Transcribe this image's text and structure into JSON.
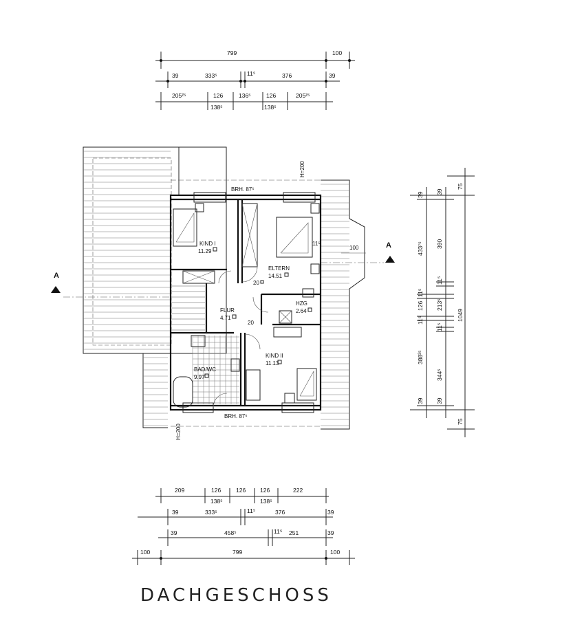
{
  "title": "DACHGESCHOSS",
  "section_marker": "A",
  "dimensions_top": {
    "row1": [
      "799",
      "100"
    ],
    "row2": [
      "39",
      "333⁵",
      "11⁵",
      "376",
      "39"
    ],
    "row3": [
      "205²⁵",
      "126",
      "136⁵",
      "126",
      "205²⁵"
    ],
    "row3_sub": [
      "138⁵",
      "138⁵"
    ]
  },
  "dimensions_bottom": {
    "row1": [
      "209",
      "126",
      "126",
      "126",
      "222"
    ],
    "row1_sub": [
      "138⁵",
      "138⁵"
    ],
    "row2": [
      "39",
      "333⁵",
      "11⁵",
      "376",
      "39"
    ],
    "row3": [
      "39",
      "458⁵",
      "11⁵",
      "251",
      "39"
    ],
    "row4": [
      "100",
      "799",
      "100"
    ]
  },
  "dimensions_right": {
    "col_outer": [
      "75",
      "1049",
      "75"
    ],
    "col_mid": [
      "39",
      "433⁷⁵",
      "11⁵",
      "126",
      "11⁵",
      "388²⁵",
      "39"
    ],
    "col_inner": [
      "39",
      "390",
      "11⁵",
      "213⁵",
      "11⁵",
      "344⁵",
      "39"
    ]
  },
  "labels": {
    "brh_top": "BRH. 87⁵",
    "brh_bottom": "BRH. 87⁵",
    "h_top": "H=200",
    "h_bottom": "H=200",
    "dormer_dim": "100",
    "door_20a": "20",
    "door_20b": "20",
    "win_11": "11⁵"
  },
  "rooms": [
    {
      "name": "KIND I",
      "area": "11.29"
    },
    {
      "name": "ELTERN",
      "area": "14.51"
    },
    {
      "name": "FLUR",
      "area": "4.71"
    },
    {
      "name": "HZG",
      "area": "2.64"
    },
    {
      "name": "BAD/WC",
      "area": "9.97"
    },
    {
      "name": "KIND II",
      "area": "11.13"
    }
  ]
}
